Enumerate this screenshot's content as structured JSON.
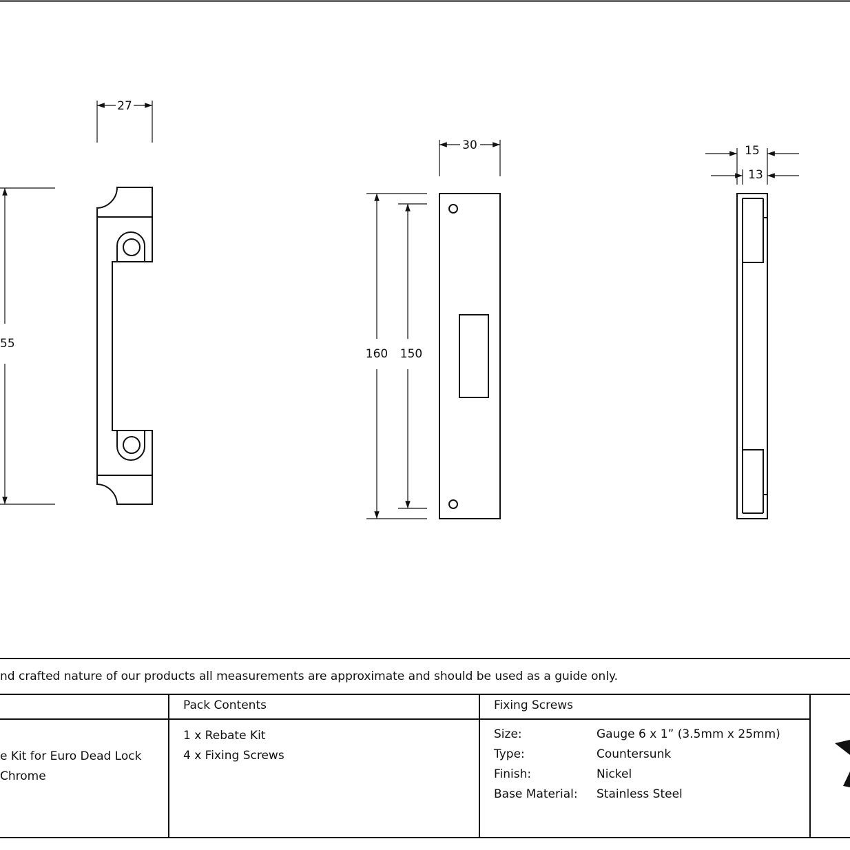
{
  "dimensions": {
    "side_width": "27",
    "side_height": "55",
    "front_width": "30",
    "front_height_outer": "160",
    "front_height_inner": "150",
    "edge_width_outer": "15",
    "edge_width_inner": "13"
  },
  "disclaimer": "nd crafted nature of our products all measurements are approximate and should be used as a guide only.",
  "product": {
    "line1": "e Kit for Euro Dead Lock",
    "line2": "Chrome"
  },
  "pack_contents": {
    "header": "Pack Contents",
    "items": [
      "1 x Rebate Kit",
      "4 x Fixing Screws"
    ]
  },
  "fixing_screws": {
    "header": "Fixing Screws",
    "rows": [
      {
        "label": "Size:",
        "value": "Gauge 6 x 1” (3.5mm x 25mm)"
      },
      {
        "label": "Type:",
        "value": "Countersunk"
      },
      {
        "label": "Finish:",
        "value": "Nickel"
      },
      {
        "label": "Base Material:",
        "value": "Stainless Steel"
      }
    ]
  }
}
